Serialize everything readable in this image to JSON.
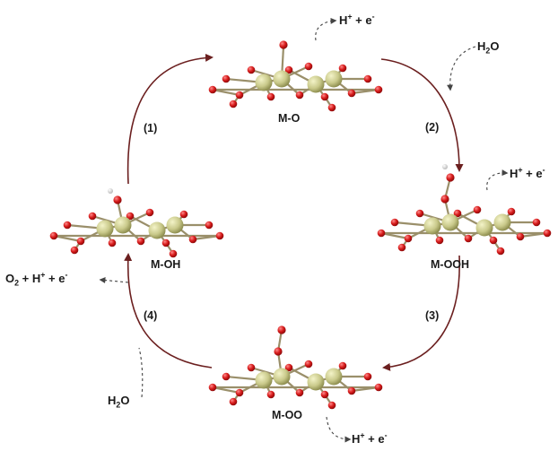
{
  "structures": [
    {
      "id": "mo",
      "label": "M-O"
    },
    {
      "id": "mooh",
      "label": "M-OOH"
    },
    {
      "id": "moo",
      "label": "M-OO"
    },
    {
      "id": "moh",
      "label": "M-OH"
    }
  ],
  "steps": [
    "(1)",
    "(2)",
    "(3)",
    "(4)"
  ],
  "species": {
    "proton_electron": {
      "main": "H",
      "sup1": "+",
      "mid": " + e",
      "sup2": "-"
    },
    "water": {
      "main": "H",
      "sub": "2",
      "tail": "O"
    },
    "oxygen_release": {
      "o": "O",
      "o_sub": "2",
      "mid": " + H",
      "sup1": "+",
      "mid2": " + e",
      "sup2": "-"
    }
  },
  "colors": {
    "arrow": "#6b1f1f",
    "metal": "#c9c98a",
    "metal_dark": "#8d8d4e",
    "oxygen": "#d61a1a",
    "oxygen_dark": "#8a0a0a",
    "hydrogen": "#f2f2f2"
  }
}
